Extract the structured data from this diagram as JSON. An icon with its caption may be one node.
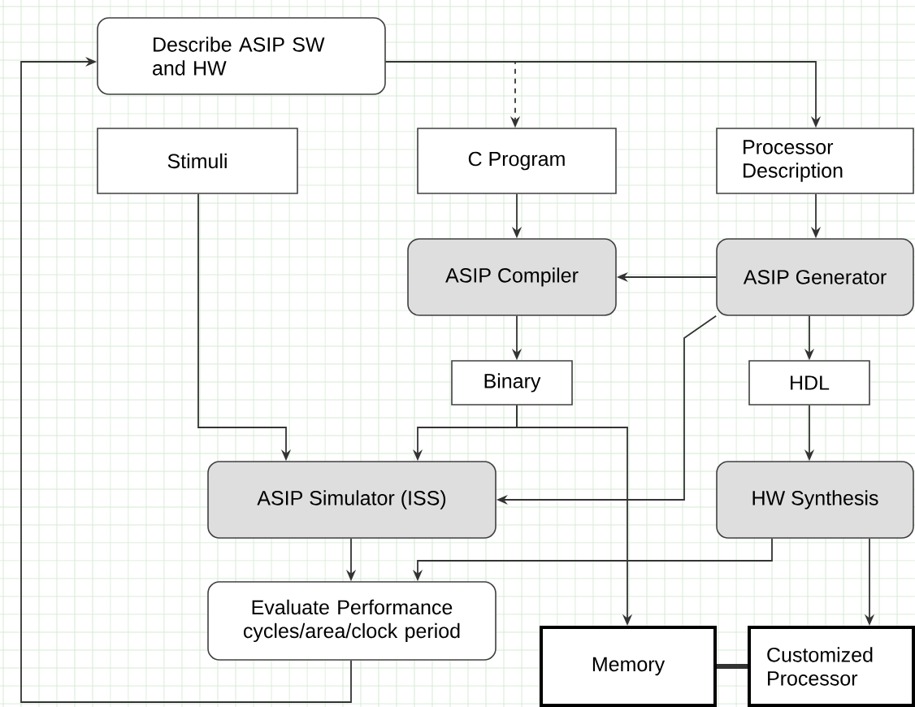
{
  "diagram": {
    "nodes": [
      {
        "text": [
          "Describe ASIP SW and HW"
        ]
      },
      {
        "text": [
          "Stimuli"
        ]
      },
      {
        "text": [
          "C Program"
        ]
      },
      {
        "text": [
          "Processor Description"
        ]
      },
      {
        "text": [
          "ASIP Compiler"
        ]
      },
      {
        "text": [
          "ASIP Generator"
        ]
      },
      {
        "text": [
          "Binary"
        ]
      },
      {
        "text": [
          "HDL"
        ]
      },
      {
        "text": [
          "ASIP Simulator (ISS)"
        ]
      },
      {
        "text": [
          "HW Synthesis"
        ]
      },
      {
        "text": [
          "Evaluate Performance cycles/area/clock period"
        ]
      },
      {
        "text": [
          "Memory"
        ]
      },
      {
        "text": [
          "Customized Processor"
        ]
      }
    ],
    "edges": [
      {
        "from": 0,
        "to": 2,
        "arrow": "to",
        "style": "dashed"
      },
      {
        "from": 0,
        "to": 3,
        "arrow": "to"
      },
      {
        "from": 1,
        "to": 8,
        "arrow": "to"
      },
      {
        "from": 2,
        "to": 4,
        "arrow": "to"
      },
      {
        "from": 3,
        "to": 5,
        "arrow": "to"
      },
      {
        "from": 5,
        "to": 4,
        "arrow": "to"
      },
      {
        "from": 4,
        "to": 6,
        "arrow": "to"
      },
      {
        "from": 5,
        "to": 7,
        "arrow": "to"
      },
      {
        "from": 5,
        "to": 8,
        "arrow": "to"
      },
      {
        "from": 6,
        "to": 8,
        "arrow": "to"
      },
      {
        "from": 6,
        "to": 11,
        "arrow": "to"
      },
      {
        "from": 7,
        "to": 9,
        "arrow": "to"
      },
      {
        "from": 8,
        "to": 10,
        "arrow": "to"
      },
      {
        "from": 9,
        "to": 10,
        "arrow": "to"
      },
      {
        "from": 9,
        "to": 12,
        "arrow": "to"
      },
      {
        "from": 11,
        "to": 12,
        "arrow": "none",
        "style": "thick"
      },
      {
        "from": 10,
        "to": 0,
        "arrow": "to"
      }
    ]
  }
}
